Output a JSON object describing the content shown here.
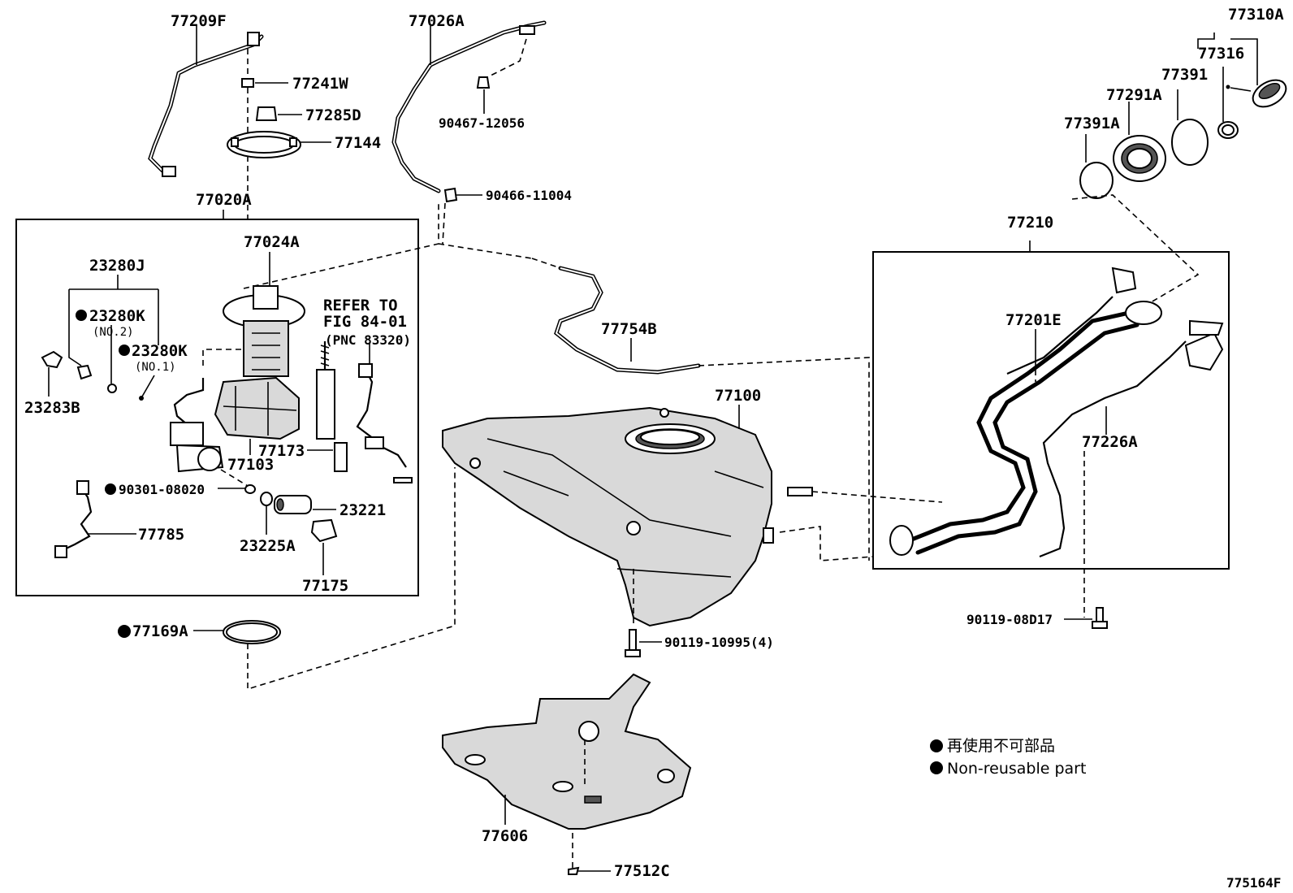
{
  "parts": {
    "p77209F": "77209F",
    "p77241W": "77241W",
    "p77285D": "77285D",
    "p77144": "77144",
    "p77020A": "77020A",
    "p77024A": "77024A",
    "p23280J": "23280J",
    "p23280K_1": "23280K",
    "p23280K_1_note": "(NO.2)",
    "p23280K_2": "23280K",
    "p23280K_2_note": "(NO.1)",
    "p23283B": "23283B",
    "p77103": "77103",
    "p77173": "77173",
    "p90301": "90301-08020",
    "p23221": "23221",
    "p23225A": "23225A",
    "p77785": "77785",
    "p77175": "77175",
    "p77169A": "77169A",
    "p77026A": "77026A",
    "p90467": "90467-12056",
    "p90466": "90466-11004",
    "p77754B": "77754B",
    "p77100": "77100",
    "p90119a": "90119-10995(4)",
    "p77606": "77606",
    "p77512C": "77512C",
    "p77310A": "77310A",
    "p77316": "77316",
    "p77391": "77391",
    "p77291A": "77291A",
    "p77391A": "77391A",
    "p77210": "77210",
    "p77201E": "77201E",
    "p77226A": "77226A",
    "p90119b": "90119-08D17"
  },
  "refer": {
    "line1": "REFER TO",
    "line2": "FIG 84-01",
    "line3": "(PNC 83320)"
  },
  "legend": {
    "jp": "再使用不可部品",
    "en": "Non-reusable part"
  },
  "figure_id": "775164F"
}
